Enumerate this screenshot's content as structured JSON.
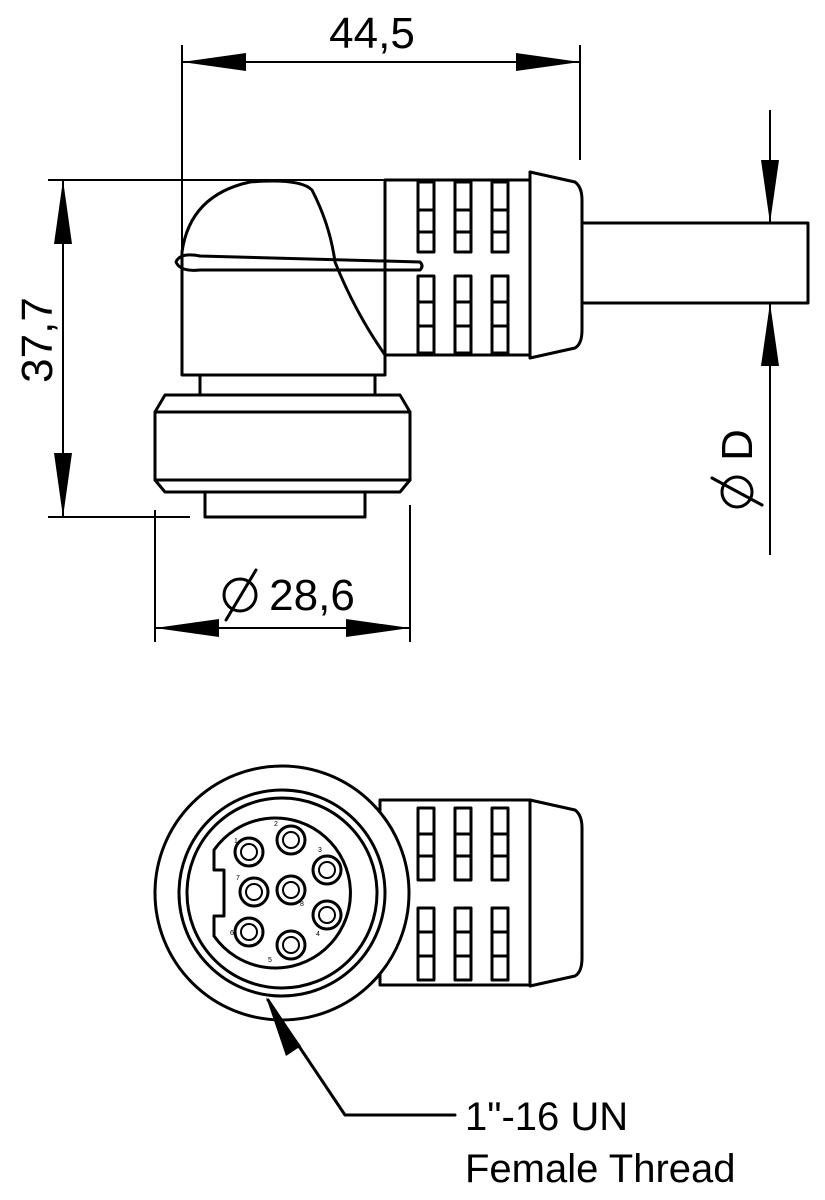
{
  "dimensions": {
    "width_label": "44,5",
    "height_label": "37,7",
    "diameter_label": "28,6",
    "cable_diameter_label": "D",
    "diameter_symbol": "⌀"
  },
  "callout": {
    "line1": "1\"-16 UN",
    "line2": "Female Thread"
  },
  "pins": {
    "labels": [
      "1",
      "2",
      "3",
      "4",
      "5",
      "6",
      "7",
      "8"
    ]
  }
}
